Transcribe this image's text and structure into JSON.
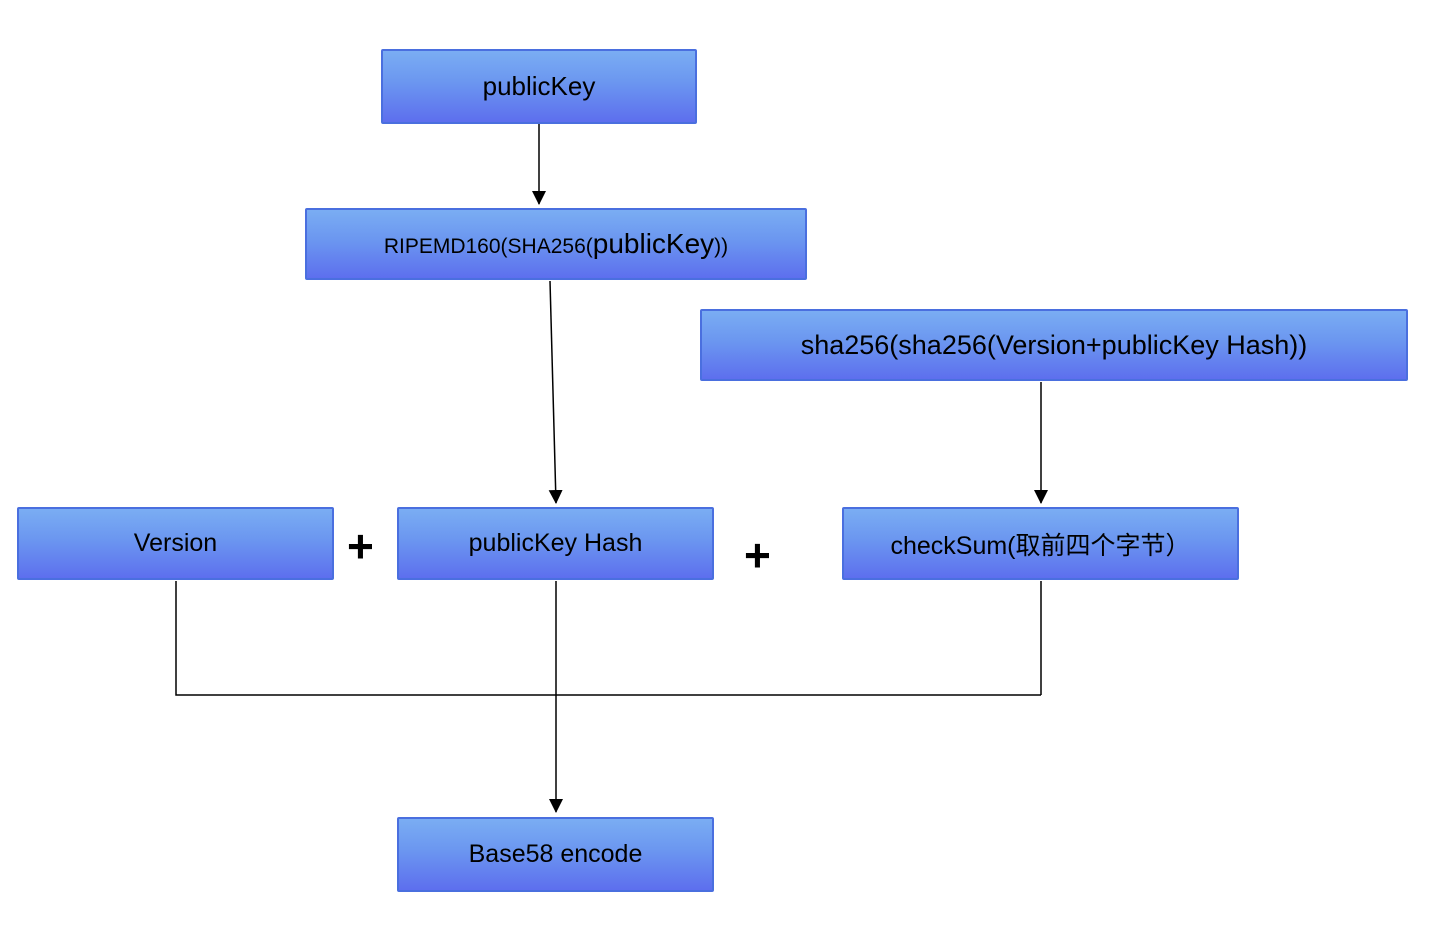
{
  "diagram": {
    "type": "flowchart",
    "nodes": {
      "public_key": {
        "label": "publicKey"
      },
      "ripemd": {
        "prefix": "RIPEMD160(SHA256(",
        "emphasis": "publicKey",
        "suffix": "))"
      },
      "sha256": {
        "label": "sha256(sha256(Version+publicKey Hash))"
      },
      "version": {
        "label": "Version"
      },
      "public_key_hash": {
        "label": "publicKey Hash"
      },
      "checksum": {
        "label": "checkSum(取前四个字节）"
      },
      "base58": {
        "label": "Base58 encode"
      }
    },
    "operators": {
      "plus_left": "+",
      "plus_right": "+"
    },
    "edges": [
      {
        "from": "publicKey",
        "to": "RIPEMD160(SHA256(publicKey))",
        "style": "arrow"
      },
      {
        "from": "RIPEMD160(SHA256(publicKey))",
        "to": "publicKey Hash",
        "style": "arrow"
      },
      {
        "from": "sha256(sha256(Version+publicKey Hash))",
        "to": "checkSum(取前四个字节）",
        "style": "arrow"
      },
      {
        "from": "Version",
        "to": "Base58 encode",
        "style": "elbow"
      },
      {
        "from": "publicKey Hash",
        "to": "Base58 encode",
        "style": "arrow"
      },
      {
        "from": "checkSum(取前四个字节）",
        "to": "Base58 encode",
        "style": "elbow"
      }
    ],
    "colors": {
      "box_gradient_top": "#7aadf3",
      "box_gradient_bottom": "#5d6fee",
      "box_border": "#4a6fdf",
      "line": "#000000",
      "text": "#000000",
      "background": "#ffffff"
    }
  }
}
